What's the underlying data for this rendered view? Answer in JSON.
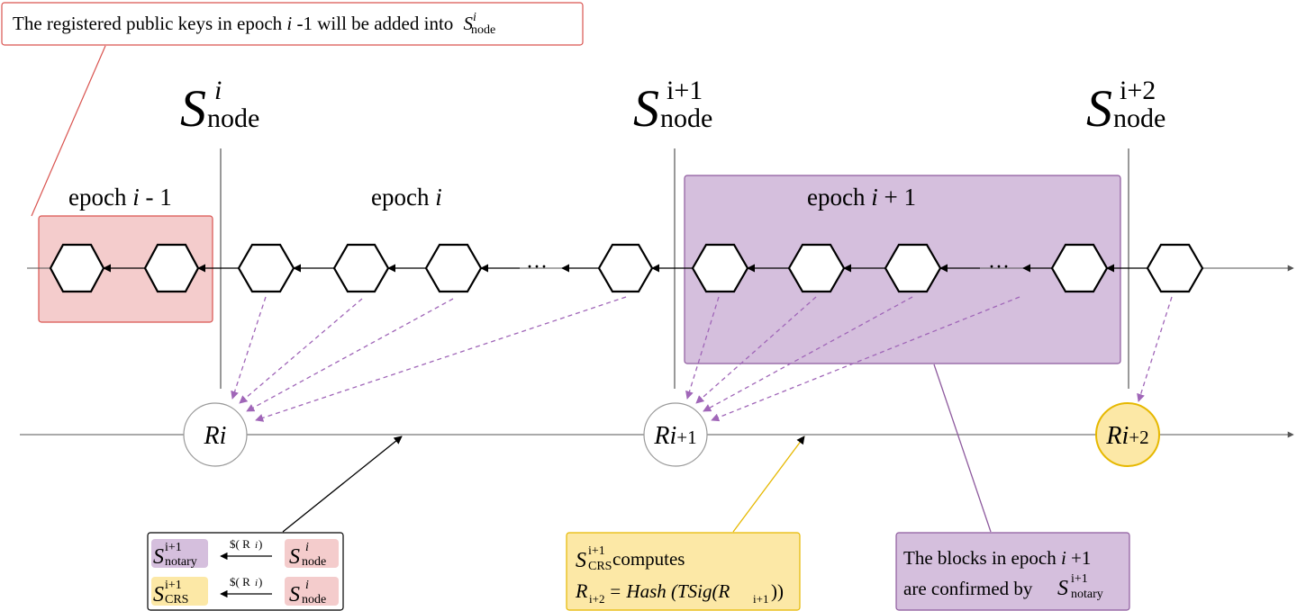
{
  "callouts": {
    "top": "The registered public keys in epoch i -1 will be added into S_node^i",
    "top_parts": {
      "before_i": "The registered public keys in epoch ",
      "i": "i",
      "after_i": " -1 will be added into ",
      "S": "S",
      "sup": "i",
      "sub": "node"
    }
  },
  "set_labels": [
    {
      "S": "S",
      "sup": "i",
      "sub": "node"
    },
    {
      "S": "S",
      "sup": "i+1",
      "sub": "node"
    },
    {
      "S": "S",
      "sup": "i+2",
      "sub": "node"
    }
  ],
  "epochs": [
    {
      "label_pre": "epoch ",
      "label_i": "i",
      "label_post": " - 1",
      "color": "#f4cccc"
    },
    {
      "label_pre": "epoch ",
      "label_i": "i",
      "label_post": "",
      "color": "#ffffff"
    },
    {
      "label_pre": "epoch ",
      "label_i": "i",
      "label_post": " + 1",
      "color": "#d9bfdf"
    }
  ],
  "ellipsis": "···",
  "randomness": [
    {
      "R": "R",
      "i": "i",
      "suffix": ""
    },
    {
      "R": "R",
      "i": "i",
      "suffix": "+1"
    },
    {
      "R": "R",
      "i": "i",
      "suffix": "+2"
    }
  ],
  "legend": {
    "rows": [
      {
        "left_S": "S",
        "left_sup": "i+1",
        "left_sub": "notary",
        "arrow_label": "$( R",
        "arrow_label_i": "i",
        "arrow_label_close": " )",
        "right_S": "S",
        "right_sup": "i",
        "right_sub": "node"
      },
      {
        "left_S": "S",
        "left_sup": "i+1",
        "left_sub": "CRS",
        "arrow_label": "$( R",
        "arrow_label_i": "i",
        "arrow_label_close": " )",
        "right_S": "S",
        "right_sup": "i",
        "right_sub": "node"
      }
    ]
  },
  "crs_box": {
    "S": "S",
    "sup": "i+1",
    "sub": "CRS",
    "line1_tail": " computes",
    "line2": {
      "R": "R",
      "R_sub": "i+2",
      "eq": " = Hash (TSig(R",
      "inner_sub": "i+1",
      "close": "))"
    }
  },
  "notary_box": {
    "line1_pre": "The blocks in epoch ",
    "line1_i": "i",
    "line1_post": " +1",
    "line2_pre": "are confirmed by ",
    "S": "S",
    "sup": "i+1",
    "sub": "notary"
  },
  "colors": {
    "pink_fill": "#f4cccc",
    "pink_stroke": "#d9534f",
    "purple_fill": "#d5bfdd",
    "purple_stroke": "#8e5a9e",
    "yellow_fill": "#fce8a6",
    "yellow_stroke": "#e6b800",
    "dashed_arrow": "#a066b8"
  }
}
